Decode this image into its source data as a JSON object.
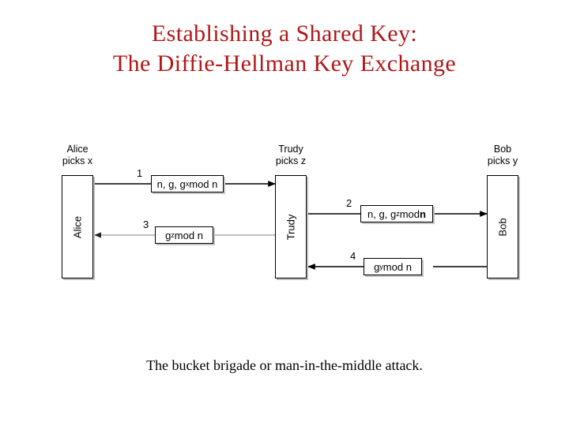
{
  "slide": {
    "title": "Establishing a Shared Key:\nThe Diffie-Hellman Key Exchange",
    "title_color": "#b01818",
    "caption": "The bucket brigade or man-in-the-middle attack.",
    "background_color": "#ffffff"
  },
  "diagram": {
    "type": "sequence-diagram",
    "actors": [
      {
        "id": "alice",
        "caption": "Alice\npicks x",
        "vertical_label": "Alice"
      },
      {
        "id": "trudy",
        "caption": "Trudy\npicks z",
        "vertical_label": "Trudy"
      },
      {
        "id": "bob",
        "caption": "Bob\npicks y",
        "vertical_label": "Bob"
      }
    ],
    "messages": [
      {
        "number": "1",
        "from": "alice",
        "to": "trudy",
        "direction": "right",
        "text_prefix": "n, g, g",
        "text_exponent": "x",
        "text_suffix": " mod n",
        "tail_bold": false
      },
      {
        "number": "2",
        "from": "trudy",
        "to": "bob",
        "direction": "right",
        "text_prefix": "n, g, g",
        "text_exponent": "z",
        "text_suffix": " mod ",
        "text_tail": "n",
        "tail_bold": true
      },
      {
        "number": "3",
        "from": "trudy",
        "to": "alice",
        "direction": "left",
        "text_prefix": "g",
        "text_exponent": "z",
        "text_suffix": " mod n",
        "tail_bold": false
      },
      {
        "number": "4",
        "from": "bob",
        "to": "trudy",
        "direction": "left",
        "text_prefix": "g",
        "text_exponent": "y",
        "text_suffix": " mod n",
        "tail_bold": false
      }
    ],
    "line_color": "#000000",
    "light_line_color": "#999999",
    "box_border_color": "#000000",
    "shadow_color": "#bdbdbd"
  }
}
